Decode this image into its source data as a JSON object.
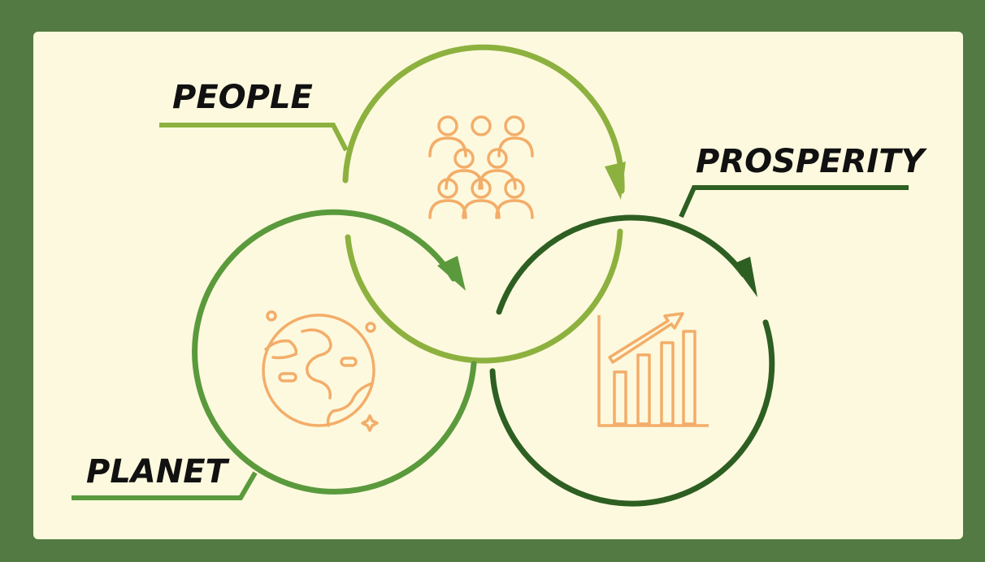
{
  "labels": {
    "people": "PEOPLE",
    "prosperity": "PROSPERITY",
    "planet": "PLANET"
  },
  "colors": {
    "border": "#527a42",
    "background": "#fdf9de",
    "people_ring": "#8db13f",
    "planet_ring": "#5a9a3c",
    "prosperity_ring": "#2e5f22",
    "icon": "#f3ad69",
    "text": "#111111"
  },
  "icons": {
    "people": "group-of-people-icon",
    "planet": "globe-icon",
    "prosperity": "rising-bar-chart-icon"
  }
}
